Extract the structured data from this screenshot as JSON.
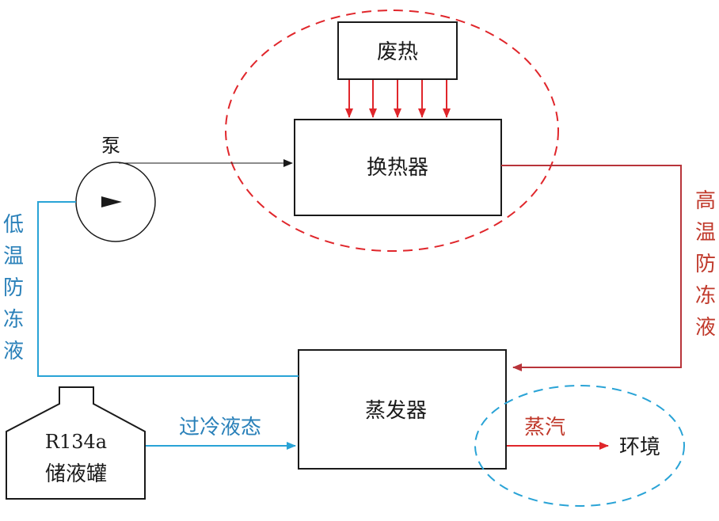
{
  "labels": {
    "waste_heat": "废热",
    "heat_exchanger": "换热器",
    "pump": "泵",
    "high_temp_antifreeze": "高温防冻液",
    "low_temp_antifreeze": "低温防冻液",
    "evaporator": "蒸发器",
    "tank_line1": "R134a",
    "tank_line2": "储液罐",
    "subcooled_liquid": "过冷液态",
    "vapor": "蒸汽",
    "environment": "环境"
  },
  "colors": {
    "black": "#1a1a1a",
    "red": "#e0262b",
    "dark_red": "#b8343a",
    "blue": "#29a3d6",
    "text_blue": "#2980b9",
    "text_red": "#c0392b"
  }
}
